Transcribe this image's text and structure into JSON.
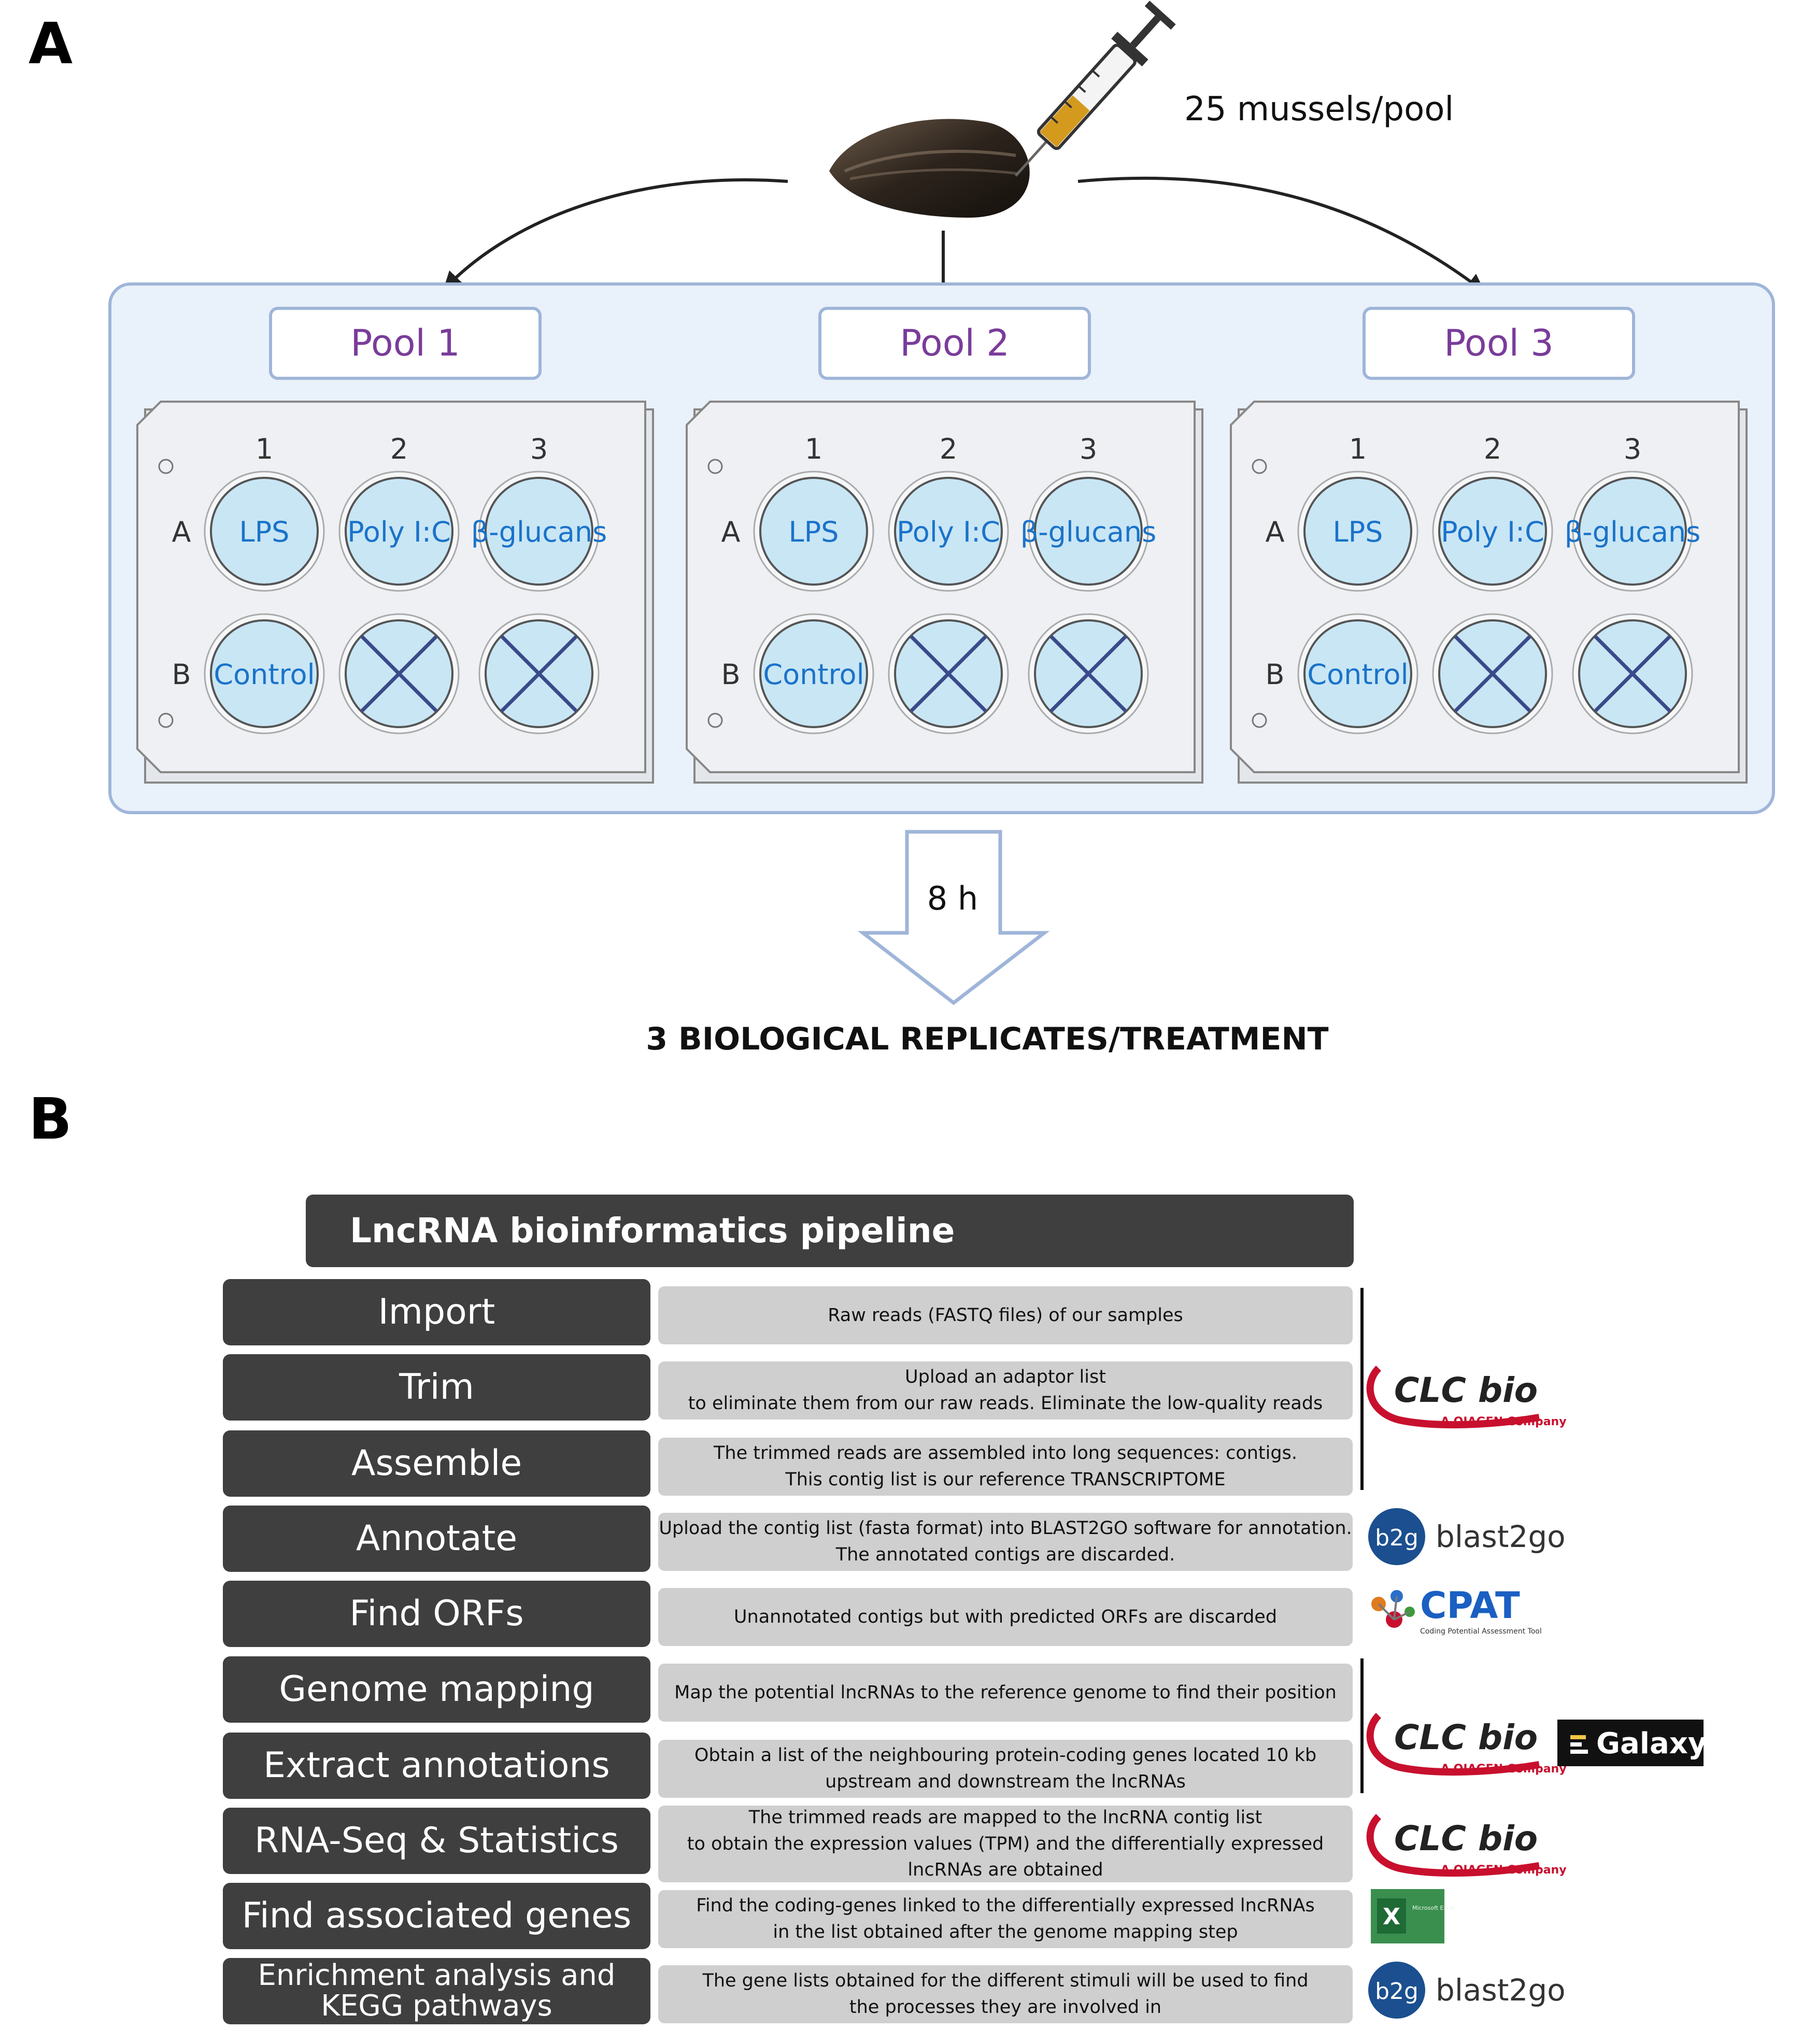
{
  "panel_a": {
    "label": "A",
    "mussels_text": "25 mussels/pool",
    "time_text": "8 h",
    "outcome_text": "3 BIOLOGICAL REPLICATES/TREATMENT",
    "pools": [
      {
        "title": "Pool 1",
        "cols": [
          "1",
          "2",
          "3"
        ],
        "rows": [
          "A",
          "B"
        ],
        "wells": [
          "LPS",
          "Poly I:C",
          "β-glucans",
          "Control"
        ]
      },
      {
        "title": "Pool 2",
        "cols": [
          "1",
          "2",
          "3"
        ],
        "rows": [
          "A",
          "B"
        ],
        "wells": [
          "LPS",
          "Poly I:C",
          "β-glucans",
          "Control"
        ]
      },
      {
        "title": "Pool 3",
        "cols": [
          "1",
          "2",
          "3"
        ],
        "rows": [
          "A",
          "B"
        ],
        "wells": [
          "LPS",
          "Poly I:C",
          "β-glucans",
          "Control"
        ]
      }
    ]
  },
  "panel_b": {
    "label": "B",
    "header": "LncRNA bioinformatics pipeline",
    "steps": [
      {
        "name": "Import",
        "desc": [
          "Raw reads (FASTQ files) of our samples"
        ]
      },
      {
        "name": "Trim",
        "desc": [
          "Upload an adaptor list",
          "to eliminate them from our raw reads. Eliminate the low-quality reads"
        ]
      },
      {
        "name": "Assemble",
        "desc": [
          "The trimmed reads are assembled into long sequences: contigs.",
          "This contig list is our reference TRANSCRIPTOME"
        ]
      },
      {
        "name": "Annotate",
        "desc": [
          "Upload the contig list (fasta format) into BLAST2GO software for annotation.",
          "The annotated contigs are discarded."
        ]
      },
      {
        "name": "Find ORFs",
        "desc": [
          "Unannotated contigs but with predicted ORFs are discarded"
        ]
      },
      {
        "name": "Genome mapping",
        "desc": [
          "Map the potential lncRNAs to the reference genome to find their position"
        ]
      },
      {
        "name": "Extract annotations",
        "desc": [
          "Obtain a list of the neighbouring protein-coding genes located 10 kb",
          "upstream and downstream the lncRNAs"
        ]
      },
      {
        "name": "RNA-Seq & Statistics",
        "desc": [
          "The trimmed reads are mapped to the lncRNA contig list",
          "to obtain the expression values (TPM) and the differentially expressed",
          "lncRNAs are obtained"
        ]
      },
      {
        "name": "Find associated genes",
        "desc": [
          "Find the coding-genes linked to the differentially expressed lncRNAs",
          "in the list obtained after the genome mapping step"
        ]
      },
      {
        "name": "Enrichment analysis and KEGG pathways",
        "name_lines": [
          "Enrichment analysis and",
          "KEGG pathways"
        ],
        "desc": [
          "The gene lists obtained for the different stimuli will be used to find",
          "the processes they are involved in"
        ]
      }
    ],
    "logos": {
      "clc_text": "CLC bio",
      "clc_sub": "A QIAGEN Company",
      "blast2go_badge": "b2g",
      "blast2go_text": "blast2go",
      "cpat_text": "CPAT",
      "cpat_sub": "Coding Potential Assessment Tool",
      "galaxy_text": "Galaxy",
      "excel_text": "X",
      "excel_sub": "Microsoft Excel"
    },
    "colors": {
      "box_dark": "#3f3f3f",
      "box_light": "#cfcfcf",
      "clc_red": "#c8102e",
      "blast_blue": "#1b4f8f",
      "pool_purple": "#7a3c9a",
      "well_blue": "#1a73c9"
    }
  }
}
